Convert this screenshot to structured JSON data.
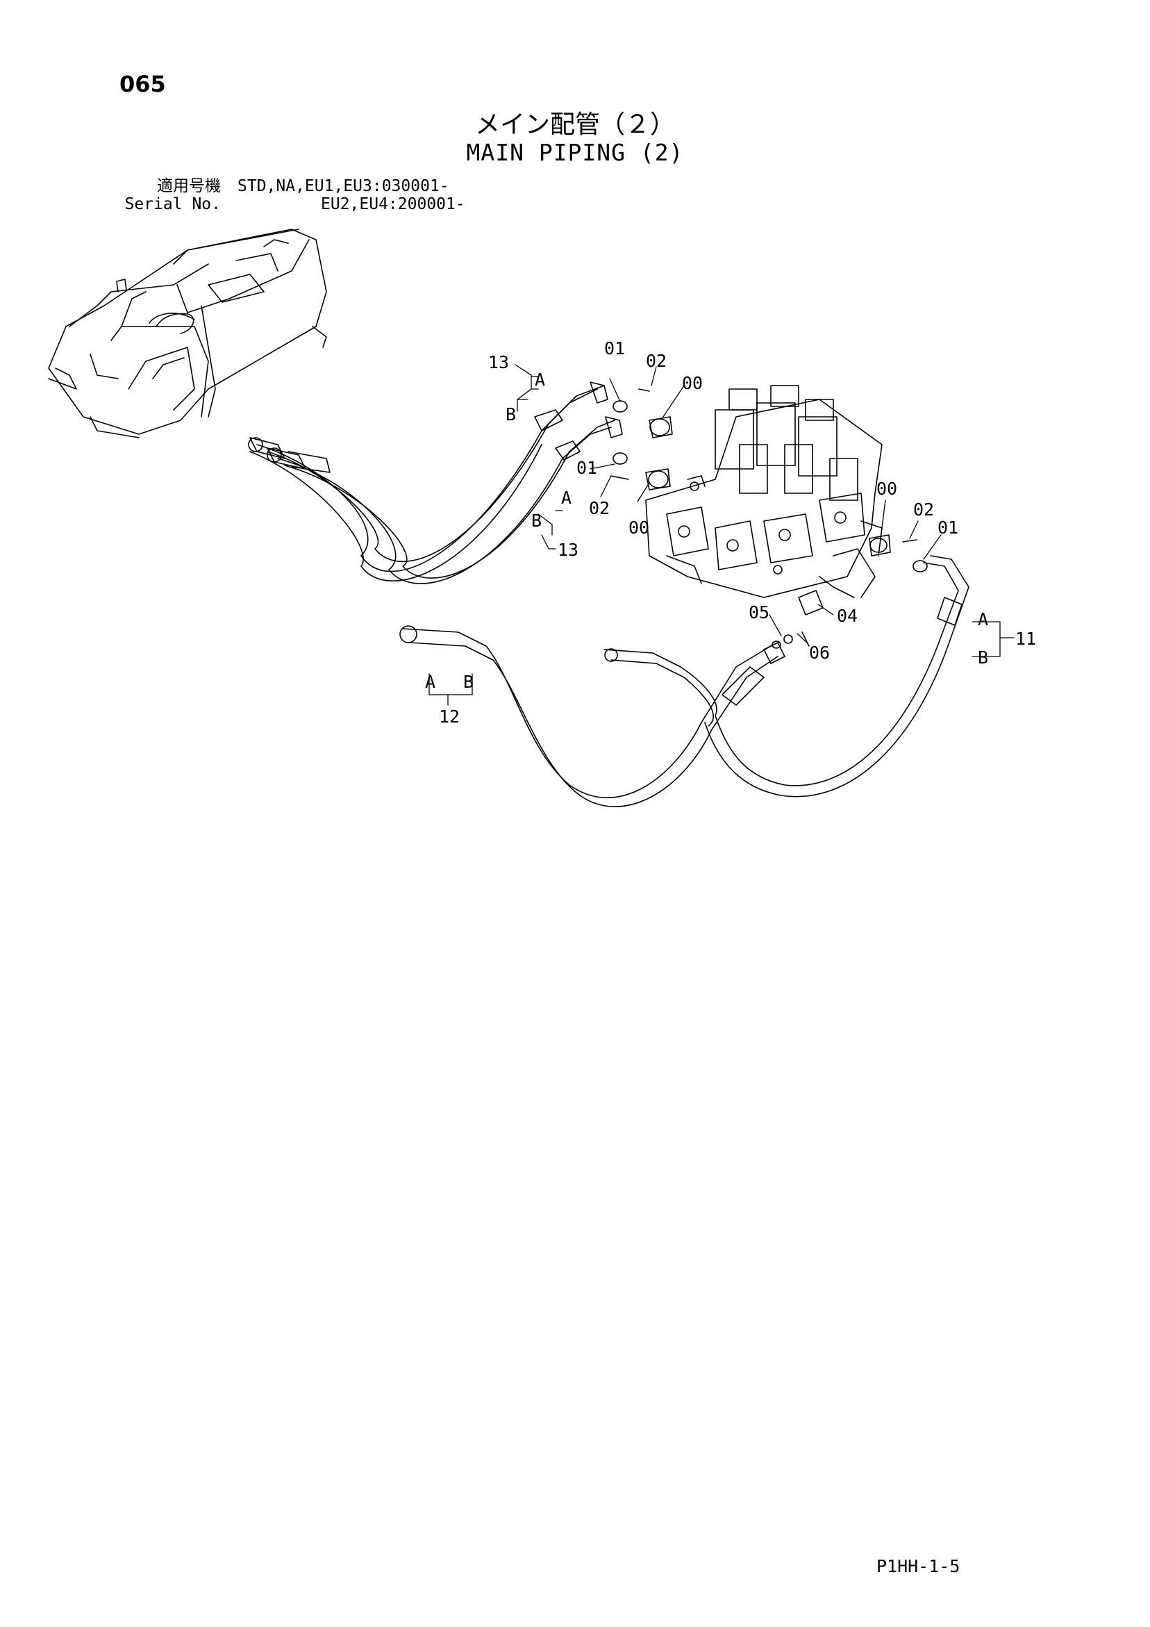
{
  "header": {
    "page_number": "065",
    "title_jp": "メイン配管（２）",
    "title_en": "MAIN PIPING (2)",
    "serial_label_jp": "適用号機",
    "serial_label_en": "Serial No.",
    "serial_value_1": "STD,NA,EU1,EU3:030001-",
    "serial_value_2": "EU2,EU4:200001-"
  },
  "callouts": {
    "c13_top": "13",
    "a_top": "A",
    "b_top": "B",
    "c01_top": "01",
    "c02_top": "02",
    "c00_top": "00",
    "c01_mid": "01",
    "c02_mid": "02",
    "c00_mid": "00",
    "a_mid": "A",
    "b_mid": "B",
    "c13_mid": "13",
    "c00_right": "00",
    "c02_right": "02",
    "c01_right": "01",
    "c05": "05",
    "c04": "04",
    "c06": "06",
    "a_right": "A",
    "b_right": "B",
    "c11": "11",
    "a_left": "A",
    "b_left": "B",
    "c12": "12"
  },
  "footer": {
    "doc_code": "P1HH-1-5"
  }
}
